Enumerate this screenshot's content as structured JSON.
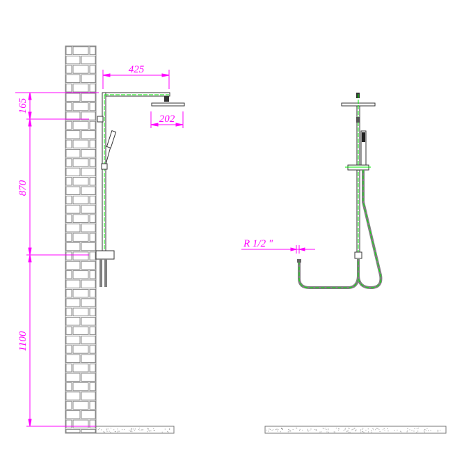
{
  "dimensions": {
    "arm_length": "425",
    "head_diameter": "202",
    "arm_height": "165",
    "rail_height": "870",
    "mixer_height": "1100",
    "thread": "R 1/2 \""
  },
  "colors": {
    "dimension": "#ff00ff",
    "centerline": "#00ee00",
    "pipe": "#808080",
    "outline": "#333333"
  }
}
